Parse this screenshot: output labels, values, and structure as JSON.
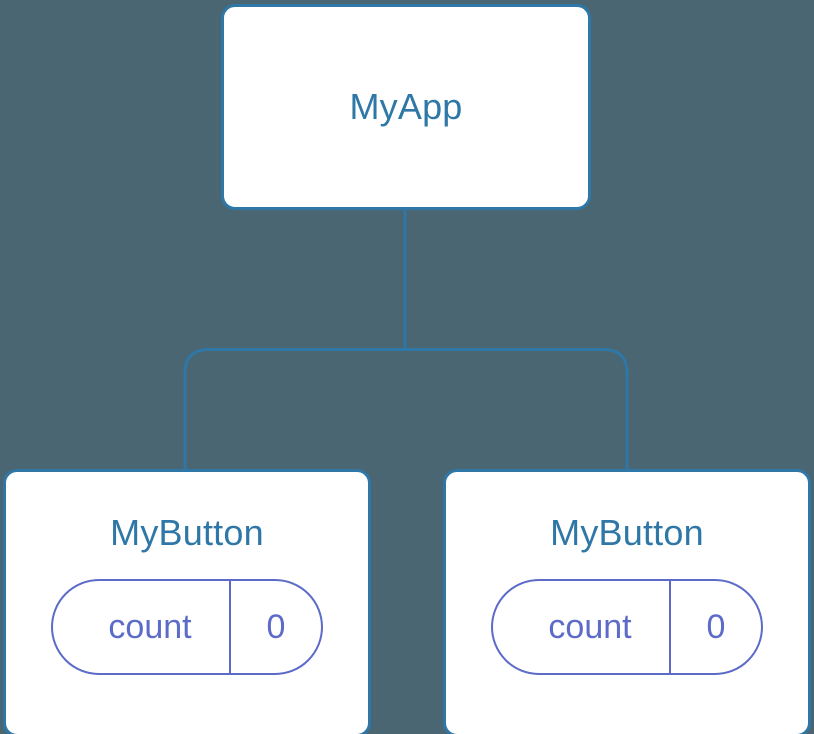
{
  "diagram": {
    "type": "component-tree",
    "background_color": "#4a6672",
    "node_border_color": "#2e77a6",
    "node_title_color": "#2e77a6",
    "node_fill_color": "#ffffff",
    "pill_color": "#5c6bc8",
    "connector_color": "#2e77a6"
  },
  "root": {
    "title": "MyApp"
  },
  "children": [
    {
      "title": "MyButton",
      "state": {
        "key": "count",
        "value": "0"
      }
    },
    {
      "title": "MyButton",
      "state": {
        "key": "count",
        "value": "0"
      }
    }
  ]
}
